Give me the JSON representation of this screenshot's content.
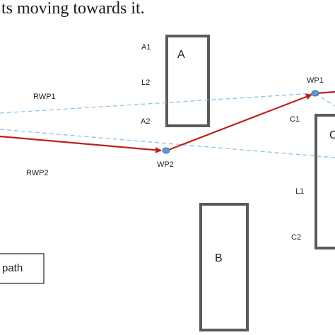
{
  "caption": "ts moving towards it.",
  "blocks": {
    "a": {
      "label": "A",
      "top_label": "A1",
      "mid_label": "L2",
      "bottom_label": "A2"
    },
    "b": {
      "label": "B"
    },
    "c": {
      "label": "C",
      "top_label": "C1",
      "mid_label": "L1",
      "bottom_label": "C2"
    }
  },
  "paths": {
    "rwp1": "RWP1",
    "rwp2": "RWP2"
  },
  "waypoints": {
    "wp1": "WP1",
    "wp2": "WP2"
  },
  "legend": {
    "text": "path"
  },
  "colors": {
    "obstacle": "#5a5a5a",
    "robot_path": "#c0201c",
    "reference_path": "#8ec3e6",
    "waypoint_fill": "#5b9bd5",
    "waypoint_stroke": "#3a6ea5"
  }
}
